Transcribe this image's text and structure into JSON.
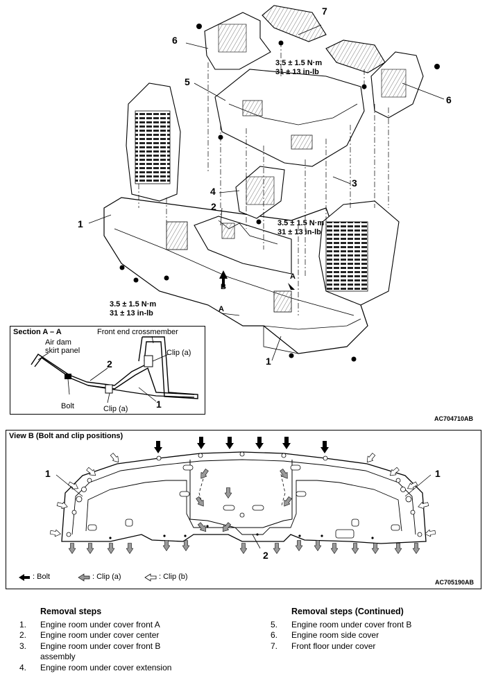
{
  "main_diagram": {
    "callouts": {
      "c1_left": "1",
      "c1_bottom": "1",
      "c2": "2",
      "c3": "3",
      "c4": "4",
      "c5": "5",
      "c6_left": "6",
      "c6_right": "6",
      "c7": "7"
    },
    "torque_spec": {
      "line1": "3.5 ± 1.5 N·m",
      "line2": "31 ± 13 in-lb"
    },
    "view_arrow_label": "B",
    "section_label": "A",
    "code": "AC704710AB"
  },
  "section_inset": {
    "title": "Section A – A",
    "front_end_crossmember": "Front end crossmember",
    "air_dam_line1": "Air dam",
    "air_dam_line2": "skirt panel",
    "clip_a_top": "Clip (a)",
    "clip_a_bottom": "Clip (a)",
    "bolt": "Bolt",
    "part_2": "2",
    "part_1": "1"
  },
  "view_b": {
    "title": "View B (Bolt and clip positions)",
    "part_1_left": "1",
    "part_1_right": "1",
    "part_2": "2",
    "legend": {
      "bolt": ": Bolt",
      "clip_a": ": Clip (a)",
      "clip_b": ": Clip (b)"
    },
    "code": "AC705190AB"
  },
  "removal_steps": {
    "title": "Removal steps",
    "items": [
      {
        "num": "1.",
        "text": "Engine room under cover front A"
      },
      {
        "num": "2.",
        "text": "Engine room under cover center"
      },
      {
        "num": "3.",
        "text": "Engine room under cover front B assembly"
      },
      {
        "num": "4.",
        "text": "Engine room under cover extension"
      }
    ]
  },
  "removal_steps_continued": {
    "title": "Removal steps (Continued)",
    "items": [
      {
        "num": "5.",
        "text": "Engine room under cover front B"
      },
      {
        "num": "6.",
        "text": "Engine room side cover"
      },
      {
        "num": "7.",
        "text": "Front floor under cover"
      }
    ]
  },
  "colors": {
    "ink": "#000000",
    "clip_a_fill": "#9a9a9a",
    "clip_b_fill": "#ffffff",
    "bolt_fill": "#000000",
    "part_hatch": "#bdbdbd"
  }
}
